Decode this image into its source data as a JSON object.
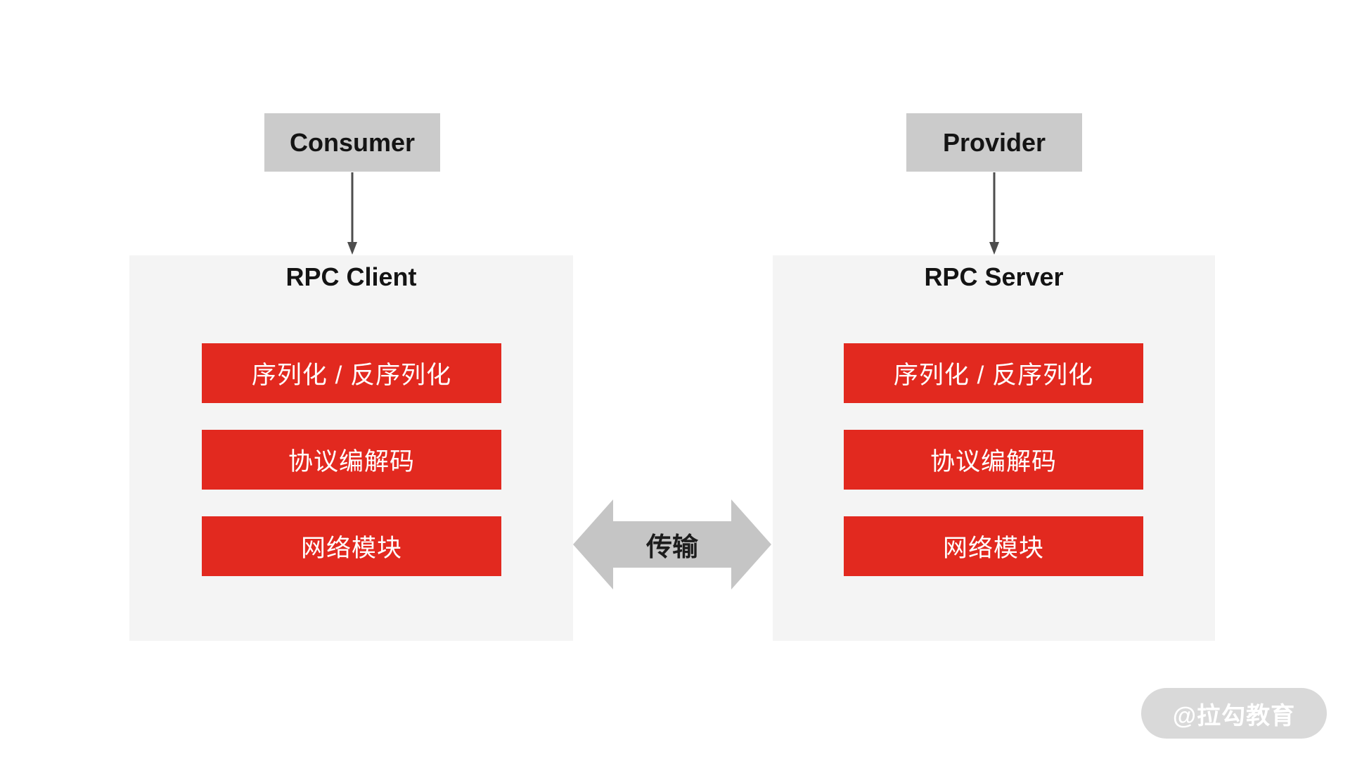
{
  "diagram": {
    "client": {
      "top_label": "Consumer",
      "panel_title": "RPC Client",
      "modules": [
        "序列化 / 反序列化",
        "协议编解码",
        "网络模块"
      ]
    },
    "server": {
      "top_label": "Provider",
      "panel_title": "RPC Server",
      "modules": [
        "序列化 / 反序列化",
        "协议编解码",
        "网络模块"
      ]
    },
    "transport": {
      "label": "传输"
    },
    "watermark": {
      "text": "@拉勾教育"
    },
    "icons": {
      "down_arrow": "↓",
      "double_arrow": "↔"
    },
    "colors": {
      "module_red": "#e2291f",
      "module_text": "#ffffff",
      "label_box_gray": "#cbcbcb",
      "panel_gray": "#f4f4f4",
      "transport_arrow_gray": "#c5c5c5",
      "connector_gray": "#4d4d4d",
      "title_text": "#141414",
      "watermark_bg": "#d9d9d9",
      "watermark_text": "#ffffff",
      "background": "#ffffff"
    }
  }
}
